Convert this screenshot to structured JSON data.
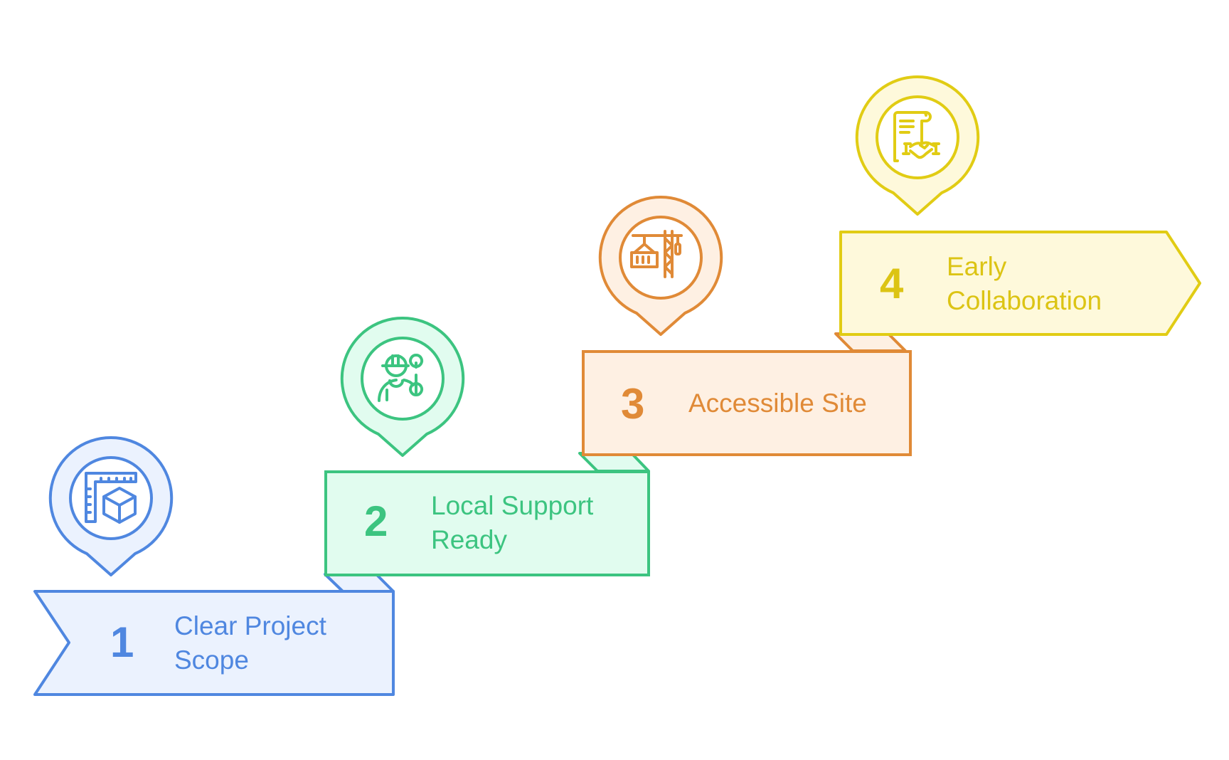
{
  "diagram": {
    "type": "staircase-process",
    "steps": [
      {
        "number": "1",
        "label": "Clear Project Scope",
        "label_lines": [
          "Clear Project",
          "Scope"
        ],
        "icon": "ruler-cube-icon",
        "stroke": "#4F87E0",
        "fill": "#EBF2FE"
      },
      {
        "number": "2",
        "label": "Local Support Ready",
        "label_lines": [
          "Local Support",
          "Ready"
        ],
        "icon": "worker-wrench-icon",
        "stroke": "#3CC480",
        "fill": "#E1FCEF"
      },
      {
        "number": "3",
        "label": "Accessible Site",
        "label_lines": [
          "Accessible Site"
        ],
        "icon": "crane-container-icon",
        "stroke": "#E08A37",
        "fill": "#FEF0E3"
      },
      {
        "number": "4",
        "label": "Early Collaboration",
        "label_lines": [
          "Early",
          "Collaboration"
        ],
        "icon": "contract-handshake-icon",
        "stroke": "#E1CC14",
        "fill": "#FEF9DB"
      }
    ]
  }
}
